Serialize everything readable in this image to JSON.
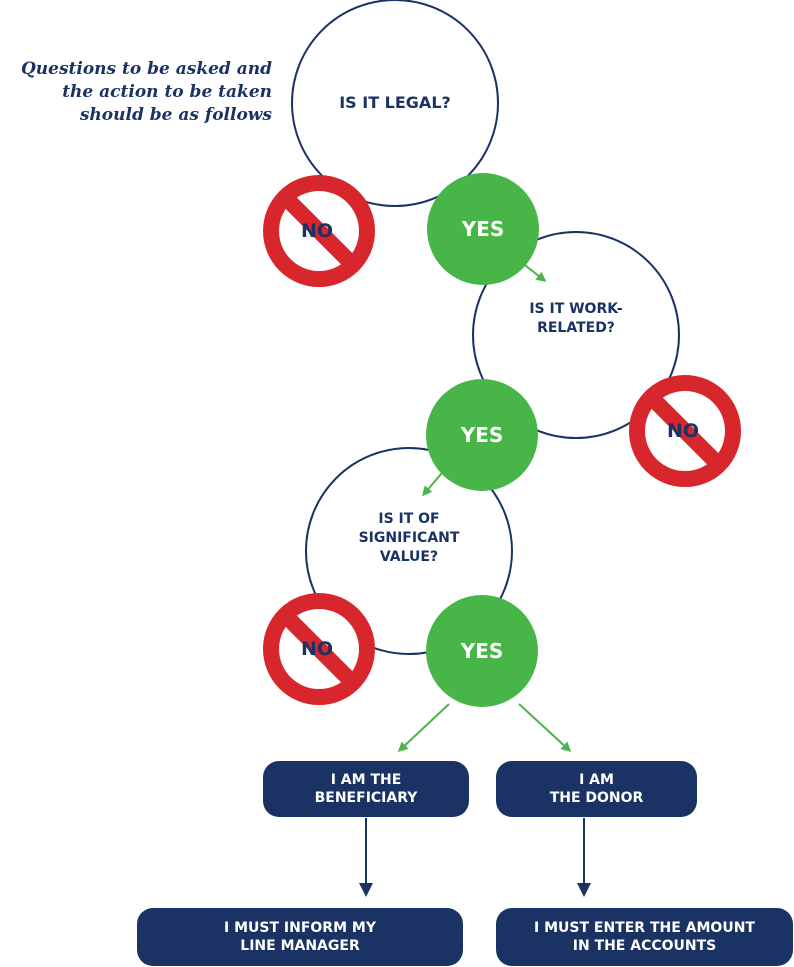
{
  "intro": {
    "lines": [
      "Questions to be asked and",
      "the action to be taken",
      "should be as follows"
    ]
  },
  "questions": {
    "q1": {
      "lines": [
        "IS IT LEGAL?"
      ]
    },
    "q2": {
      "lines": [
        "IS IT WORK-",
        "RELATED?"
      ]
    },
    "q3": {
      "lines": [
        "IS IT OF",
        "SIGNIFICANT",
        "VALUE?"
      ]
    }
  },
  "answers": {
    "yes_label": "YES",
    "no_label": "NO"
  },
  "outcomes": {
    "beneficiary": {
      "lines": [
        "I AM THE",
        "BENEFICIARY"
      ]
    },
    "donor": {
      "lines": [
        "I AM",
        "THE DONOR"
      ]
    },
    "inform_manager": {
      "lines": [
        "I MUST INFORM MY",
        "LINE MANAGER"
      ]
    },
    "enter_accounts": {
      "lines": [
        "I MUST ENTER THE AMOUNT",
        "IN THE ACCOUNTS"
      ]
    }
  },
  "colors": {
    "navy": "#1b3364",
    "green": "#47b548",
    "red": "#d7262c",
    "white": "#ffffff"
  }
}
